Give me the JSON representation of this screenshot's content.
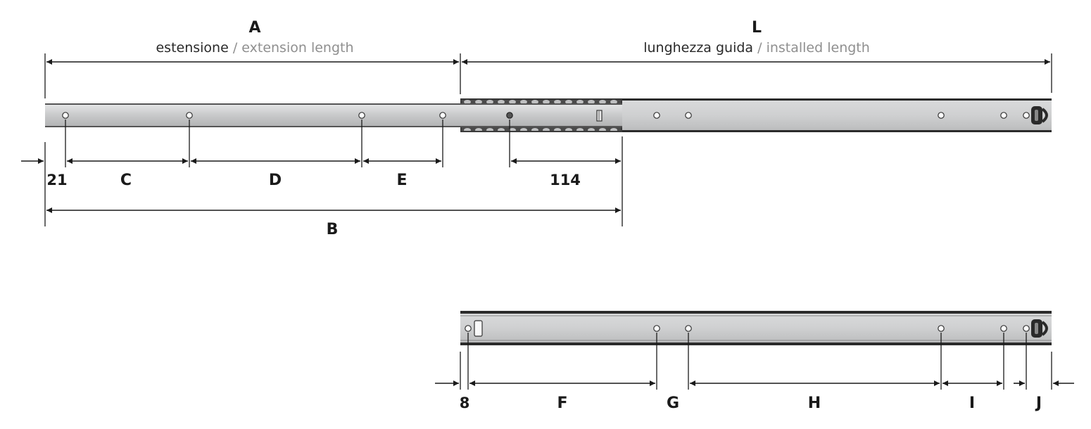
{
  "header": {
    "left_letter": "A",
    "left_it": "estensione",
    "left_en": "extension length",
    "right_letter": "L",
    "right_it": "lunghezza guida",
    "right_en": "installed length",
    "slash": " / "
  },
  "top_dims": {
    "offset": "21",
    "c": "C",
    "d": "D",
    "e": "E",
    "rear": "114",
    "b": "B"
  },
  "bottom_dims": {
    "offset": "8",
    "f": "F",
    "g": "G",
    "h": "H",
    "i": "I",
    "j": "J"
  },
  "colors": {
    "rail_fill": "#c9cacb",
    "rail_edge": "#4a4a4a",
    "rail_dark": "#2b2b2b",
    "label_gray": "#8f8f8f",
    "ink": "#1a1a1a"
  }
}
